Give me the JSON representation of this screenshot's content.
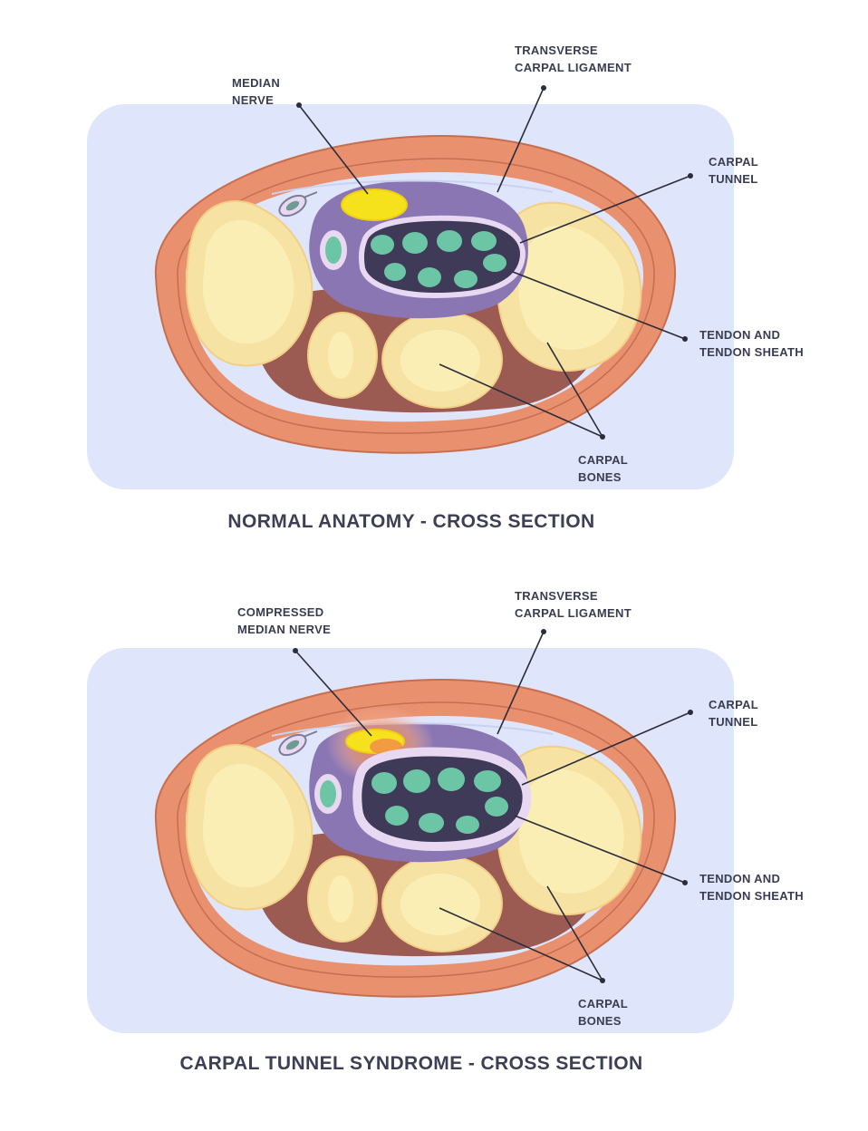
{
  "colors": {
    "panel": "#dfe6fb",
    "skin": "#e9906e",
    "skin_stroke": "#c66e4e",
    "fat": "#f7d9cb",
    "tissue": "#9b5a52",
    "bone": "#f6e2a2",
    "bone_inner": "#fbeeb4",
    "tunnel": "#8a76b3",
    "sheath": "#e9d8f2",
    "sheath_inner": "#3f3a58",
    "tendon": "#6cc6a6",
    "nerve": "#f5e21c",
    "inflamed": "#f0844e",
    "leader": "#2b2d3c"
  },
  "diagrams": [
    {
      "labels": {
        "median_nerve": [
          "MEDIAN",
          "NERVE"
        ],
        "ligament": [
          "TRANSVERSE",
          "CARPAL LIGAMENT"
        ],
        "tunnel": [
          "CARPAL",
          "TUNNEL"
        ],
        "tendon": [
          "TENDON AND",
          "TENDON SHEATH"
        ],
        "bones": [
          "CARPAL",
          "BONES"
        ]
      },
      "caption": "NORMAL ANATOMY - CROSS SECTION",
      "compressed": false
    },
    {
      "labels": {
        "median_nerve": [
          "COMPRESSED",
          "MEDIAN NERVE"
        ],
        "ligament": [
          "TRANSVERSE",
          "CARPAL LIGAMENT"
        ],
        "tunnel": [
          "CARPAL",
          "TUNNEL"
        ],
        "tendon": [
          "TENDON AND",
          "TENDON SHEATH"
        ],
        "bones": [
          "CARPAL",
          "BONES"
        ]
      },
      "caption": "CARPAL TUNNEL SYNDROME - CROSS SECTION",
      "compressed": true
    }
  ]
}
